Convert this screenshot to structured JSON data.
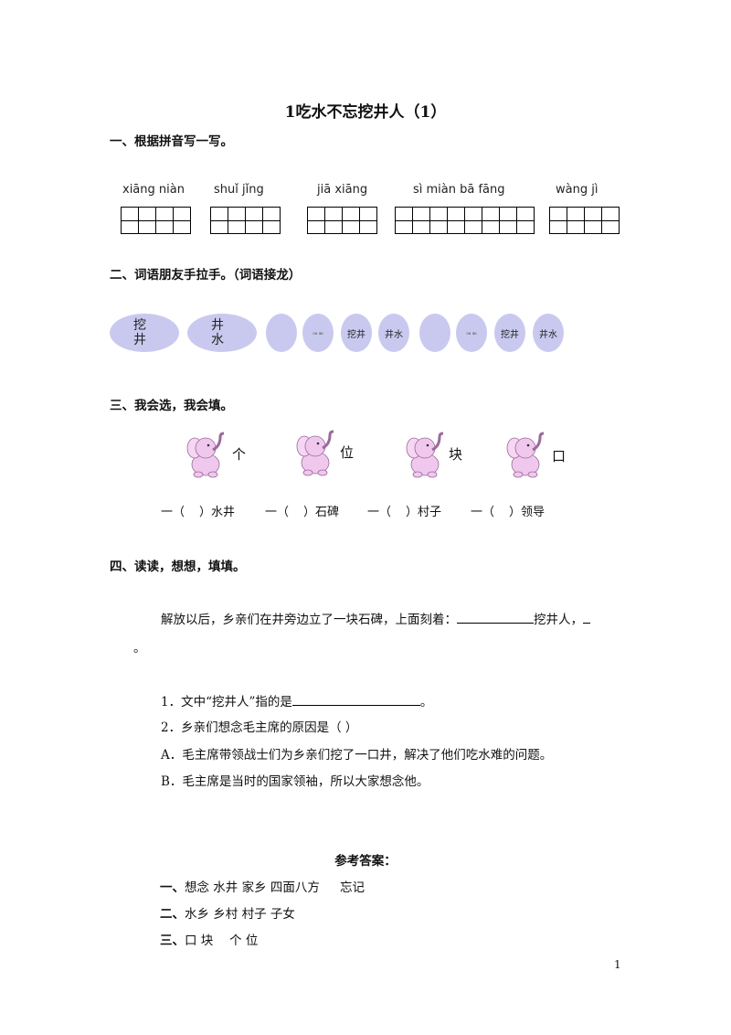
{
  "title": "1吃水不忘挖井人（1）",
  "section1": {
    "heading": "一、根据拼音写一写。",
    "items": [
      {
        "pinyin": "xiāng niàn",
        "boxes": 4
      },
      {
        "pinyin": "shuǐ jǐng",
        "boxes": 4
      },
      {
        "pinyin": "jiā xiāng",
        "boxes": 4
      },
      {
        "pinyin": "sì miàn bā fāng",
        "boxes": 8
      },
      {
        "pinyin": "wàng jì",
        "boxes": 4
      }
    ]
  },
  "section2": {
    "heading": "二、词语朋友手拉手。（词语接龙）",
    "ovals": [
      {
        "top": "挖",
        "bottom": "井"
      },
      {
        "top": "井",
        "bottom": "水"
      }
    ],
    "small_ovals": [
      "",
      "",
      "挖井",
      "井水",
      "",
      "",
      "挖井",
      "井水"
    ],
    "tiny_marks": [
      "58 46",
      "58 46"
    ]
  },
  "section3": {
    "heading": "三、我会选，我会填。",
    "choices": [
      "个",
      "位",
      "块",
      "口"
    ],
    "fill": [
      {
        "prefix": "一（",
        "suffix": "）水井"
      },
      {
        "prefix": "一（",
        "suffix": "）石碑"
      },
      {
        "prefix": "一（",
        "suffix": "）村子"
      },
      {
        "prefix": "一（",
        "suffix": "）领导"
      }
    ]
  },
  "section4": {
    "heading": "四、读读，想想，填填。",
    "para_part1": "解放以后，乡亲们在井旁边立了一块石碑，上面刻着：",
    "para_part2": "挖井人，",
    "para_end": "。",
    "q1_prefix": "1．文中“挖井人”指的是",
    "q1_suffix": "。",
    "q2": "2．乡亲们想念毛主席的原因是（    ）",
    "optA": "A．毛主席带领战士们为乡亲们挖了一口井，解决了他们吃水难的问题。",
    "optB": "B．毛主席是当时的国家领袖，所以大家想念他。"
  },
  "answers": {
    "title": "参考答案：",
    "lines": [
      {
        "label": "一、",
        "text": "想念 水井 家乡 四面八方 　 忘记"
      },
      {
        "label": "二、",
        "text": "水乡 乡村 村子 子女"
      },
      {
        "label": "三、",
        "text": "口 块 　个 位"
      }
    ]
  },
  "page_number": "1",
  "colors": {
    "oval": "#c9c9f0",
    "elephant": "#f0c8ee",
    "elephant_stroke": "#9a6a9a"
  }
}
